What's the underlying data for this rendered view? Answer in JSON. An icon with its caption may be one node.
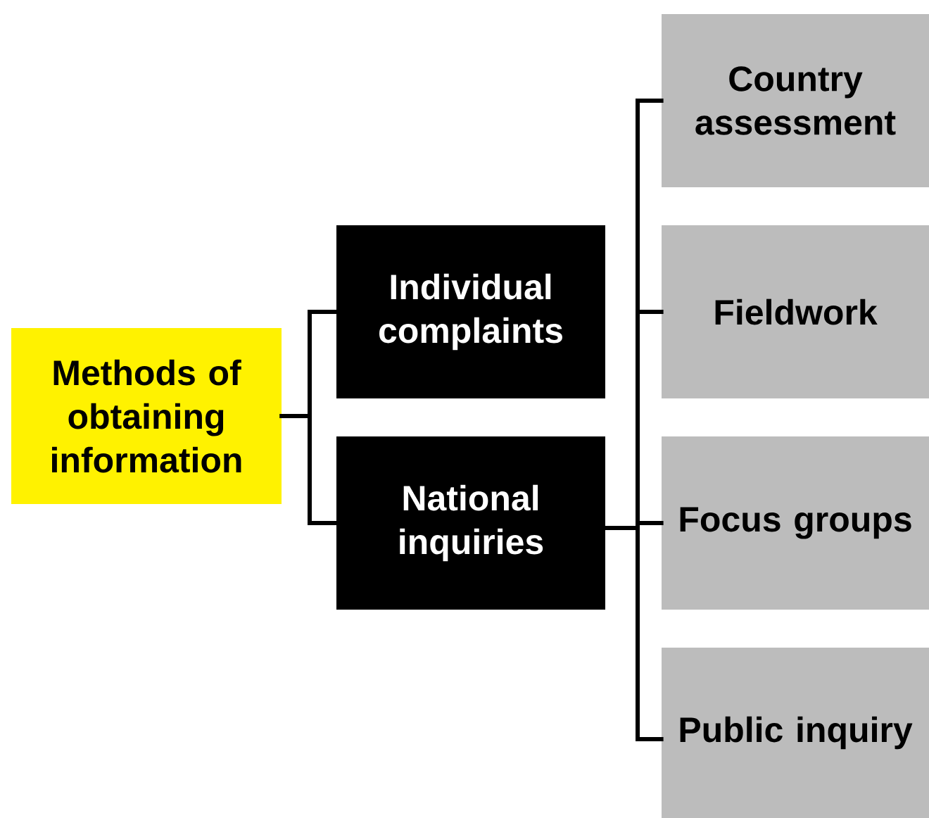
{
  "diagram": {
    "nodes": [
      {
        "text": [
          "Methods of obtaining information"
        ]
      },
      {
        "text": [
          "Individual complaints"
        ]
      },
      {
        "text": [
          "National inquiries"
        ]
      },
      {
        "text": [
          "Country assessment"
        ]
      },
      {
        "text": [
          "Fieldwork"
        ]
      },
      {
        "text": [
          "Focus groups"
        ]
      },
      {
        "text": [
          "Public inquiry"
        ]
      }
    ],
    "edges": [
      {
        "from": 0,
        "to": 1,
        "arrow": "none"
      },
      {
        "from": 0,
        "to": 2,
        "arrow": "none"
      },
      {
        "from": 2,
        "to": 3,
        "arrow": "none"
      },
      {
        "from": 2,
        "to": 4,
        "arrow": "none"
      },
      {
        "from": 2,
        "to": 5,
        "arrow": "none"
      },
      {
        "from": 2,
        "to": 6,
        "arrow": "none"
      }
    ]
  }
}
